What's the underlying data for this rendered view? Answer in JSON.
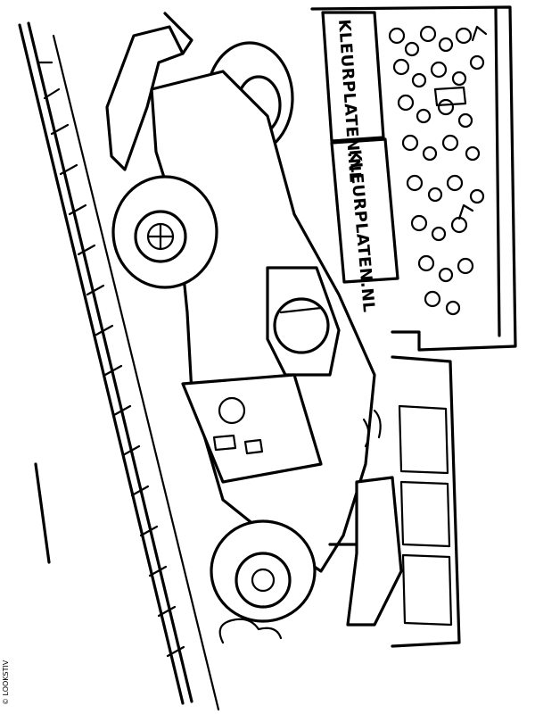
{
  "banners": {
    "top_text": "KLEURPLATEN.NL",
    "bottom_text": "KLEURPLATEN.NL"
  },
  "copyright": "© LOOKSTIV"
}
